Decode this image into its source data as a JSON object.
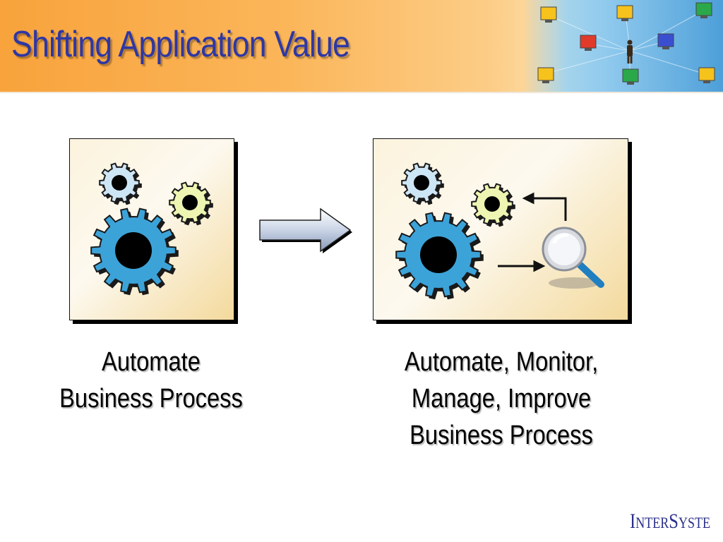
{
  "slide": {
    "title": "Shifting Application Value"
  },
  "panels": {
    "before": {
      "caption_line1": "Automate",
      "caption_line2": "Business Process",
      "icons": [
        "gear-icon",
        "gear-icon",
        "gear-icon"
      ]
    },
    "after": {
      "caption_line1": "Automate, Monitor,",
      "caption_line2": "Manage, Improve",
      "caption_line3": "Business Process",
      "icons": [
        "gear-icon",
        "gear-icon",
        "gear-icon",
        "magnifier-icon",
        "arrow-right-icon",
        "arrow-left-icon"
      ]
    },
    "transition_icon": "arrow-right-icon"
  },
  "branding": {
    "logo_text": "InterSystems",
    "logo_color": "#2a2f8a"
  },
  "colors": {
    "header_orange": "#f8a33c",
    "title_blue": "#2e37a4",
    "gear_blue": "#3ca3d9",
    "gear_light_blue": "#cde6f5",
    "gear_yellow": "#eef5b2"
  }
}
